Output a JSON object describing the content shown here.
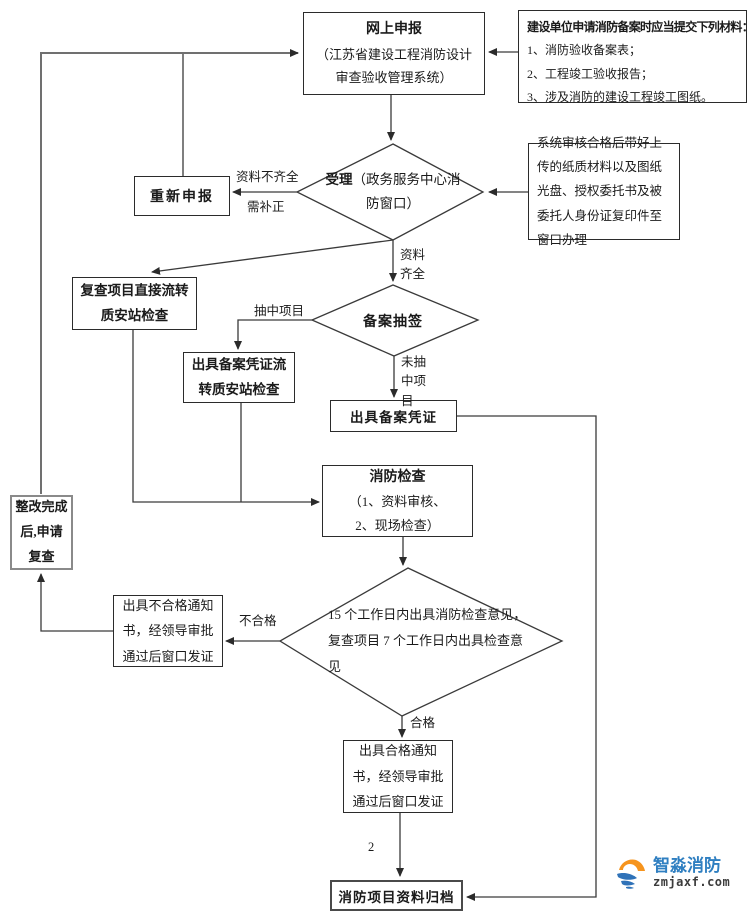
{
  "nodes": {
    "online_declare": {
      "title": "网上申报",
      "subtitle": "（江苏省建设工程消防设计审查验收管理系统）"
    },
    "materials": {
      "title": "建设单位申请消防备案时应当提交下列材料：",
      "items": [
        "1、消防验收备案表；",
        "2、工程竣工验收报告；",
        "3、涉及消防的建设工程竣工图纸。"
      ]
    },
    "reapply": {
      "label": "重新申报"
    },
    "system_note": {
      "text": "系统审核合格后带好上传的纸质材料以及图纸光盘、授权委托书及被委托人身份证复印件至窗口办理"
    },
    "receive": {
      "bold": "受理",
      "rest": "（政务服务中心消防窗口）"
    },
    "recheck_flow": {
      "label": "复查项目直接流转质安站检查"
    },
    "lottery": {
      "label": "备案抽签"
    },
    "voucher_flow": {
      "label": "出具备案凭证流转质安站检查"
    },
    "voucher": {
      "label": "出具备案凭证"
    },
    "fire_check": {
      "title": "消防检查",
      "line1": "（1、资料审核、",
      "line2": "2、现场检查）"
    },
    "inspection": {
      "text": "15 个工作日内出具消防检查意见，复查项目 7 个工作日内出具检查意见"
    },
    "notify_fail": {
      "label": "出具不合格通知书，经领导审批通过后窗口发证"
    },
    "rectify": {
      "label": "整改完成后,申请复查"
    },
    "notify_pass": {
      "label": "出具合格通知书，经领导审批通过后窗口发证"
    },
    "archive": {
      "label": "消防项目资料归档"
    }
  },
  "edge_labels": {
    "incomplete_1": "资料不齐全",
    "incomplete_2": "需补正",
    "complete": "资料齐全",
    "selected": "抽中项目",
    "not_selected": "未抽中项目",
    "fail": "不合格",
    "pass": "合格",
    "page_num": "2"
  },
  "logo": {
    "name": "智淼消防",
    "site": "zmjaxf.com",
    "brand_blue": "#2f7fc1",
    "brand_orange": "#f6941d"
  },
  "colors": {
    "line": "#3a3a3a",
    "loop_line": "#707070",
    "border": "#2b2b2b"
  }
}
